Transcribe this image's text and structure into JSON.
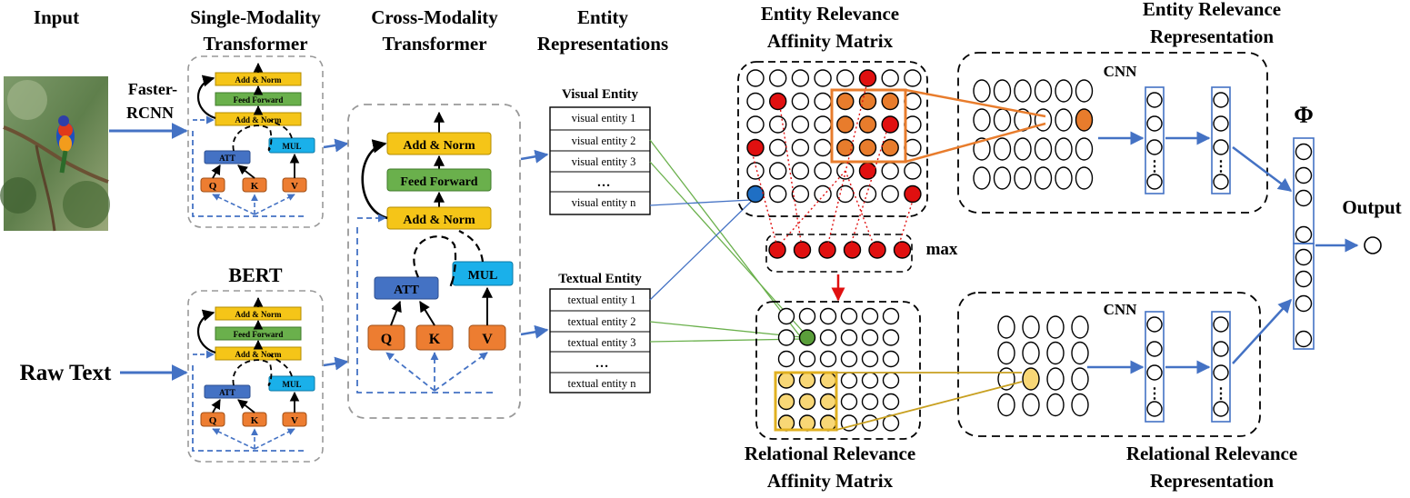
{
  "headings": {
    "input": "Input",
    "single_modality_1": "Single-Modality",
    "single_modality_2": "Transformer",
    "cross_modality_1": "Cross-Modality",
    "cross_modality_2": "Transformer",
    "entity_repr_1": "Entity",
    "entity_repr_2": "Representations",
    "erm_1": "Entity Relevance",
    "erm_2": "Affinity Matrix",
    "err_1": "Entity Relevance",
    "err_2": "Representation",
    "rrm_1": "Relational Relevance",
    "rrm_2": "Affinity Matrix",
    "rrr_1": "Relational Relevance",
    "rrr_2": "Representation",
    "bert": "BERT",
    "output": "Output"
  },
  "labels": {
    "faster_1": "Faster-",
    "faster_2": "RCNN",
    "raw_text": "Raw Text",
    "cnn": "CNN",
    "max": "max",
    "phi": "Φ"
  },
  "transformer": {
    "add_norm": "Add & Norm",
    "feed_forward": "Feed Forward",
    "att": "ATT",
    "mul": "MUL",
    "q": "Q",
    "k": "K",
    "v": "V"
  },
  "visual_list": {
    "title": "Visual Entity",
    "items": [
      "visual entity 1",
      "visual entity 2",
      "visual entity 3",
      "…",
      "visual entity n"
    ]
  },
  "textual_list": {
    "title": "Textual Entity",
    "items": [
      "textual entity 1",
      "textual entity 2",
      "textual entity 3",
      "…",
      "textual entity n"
    ]
  },
  "colors": {
    "yellow": "#f5c518",
    "green": "#6ab04c",
    "blue_att": "#4472c4",
    "cyan_mul": "#1ab0ea",
    "orange_qkv": "#ed7d31",
    "arrow_blue": "#4472c4",
    "red_dot": "#e01010",
    "orange_dot": "#e87c2c",
    "yellow_dot": "#f8d776",
    "green_dot": "#5a9e3a"
  }
}
